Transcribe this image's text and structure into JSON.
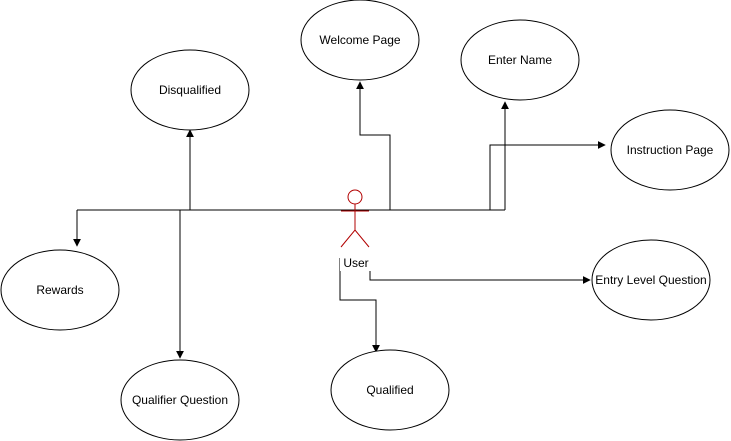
{
  "actor": {
    "label": "User",
    "color": "#b20000"
  },
  "nodes": {
    "welcome": "Welcome Page",
    "enter_name": "Enter Name",
    "disqualified": "Disqualified",
    "instruction": "Instruction Page",
    "rewards": "Rewards",
    "entry_level": "Entry Level Question",
    "qualifier": "Qualifier Question",
    "qualified": "Qualified"
  },
  "colors": {
    "line": "#000000",
    "actor": "#b20000",
    "background": "#ffffff"
  }
}
